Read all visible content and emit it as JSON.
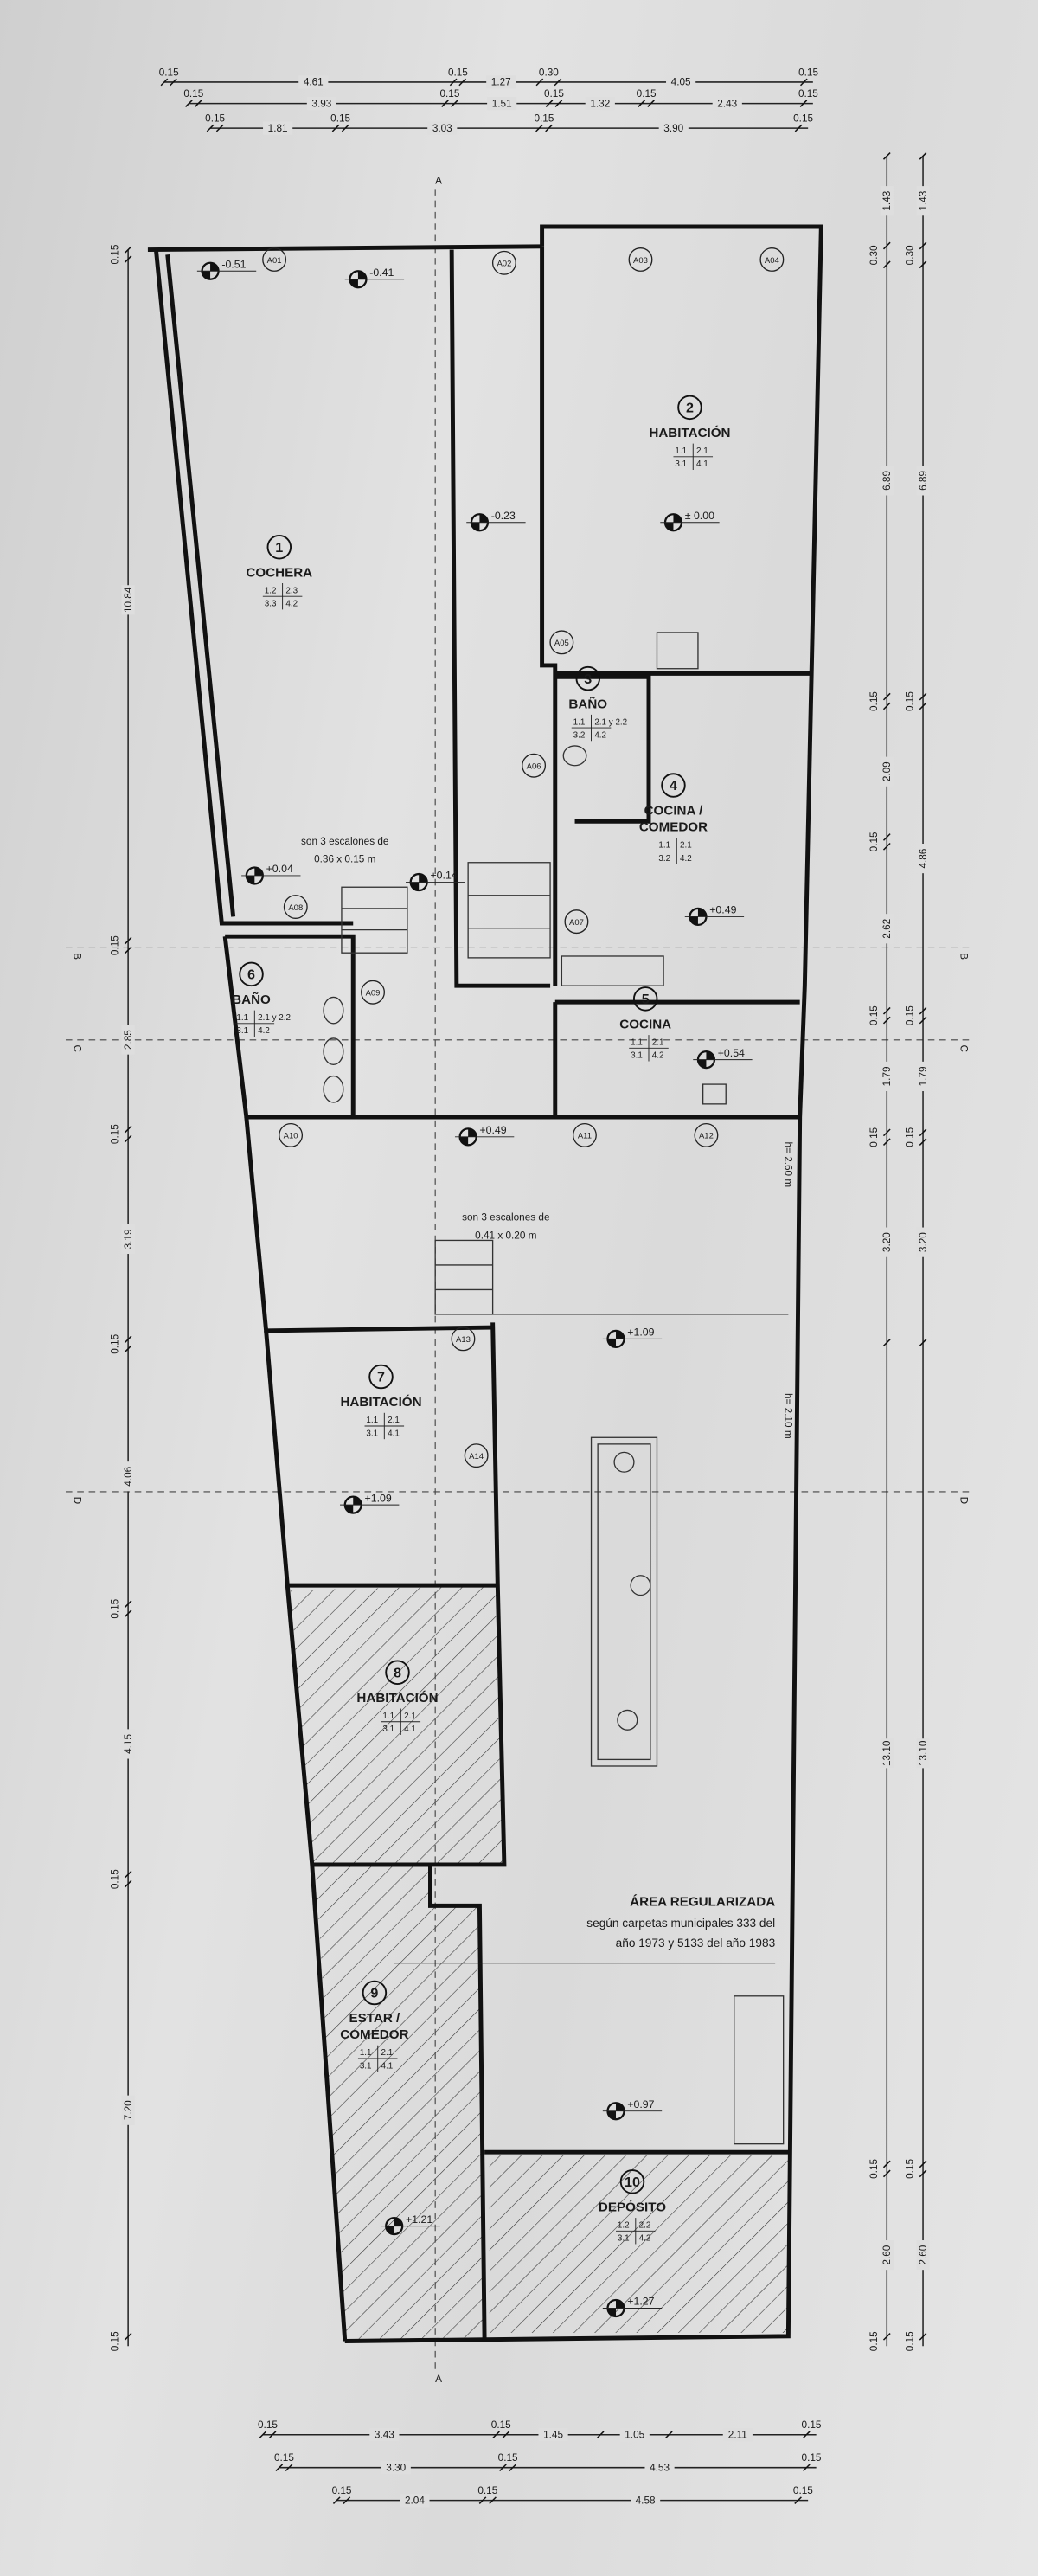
{
  "rooms": [
    {
      "number": "1",
      "name_lines": [
        "COCHERA"
      ],
      "codes": [
        "1.2",
        "2.3",
        "3.3",
        "4.2"
      ]
    },
    {
      "number": "2",
      "name_lines": [
        "HABITACIÓN"
      ],
      "codes": [
        "1.1",
        "2.1",
        "3.1",
        "4.1"
      ]
    },
    {
      "number": "3",
      "name_lines": [
        "BAÑO"
      ],
      "codes": [
        "1.1",
        "2.1 y 2.2",
        "3.2",
        "4.2"
      ]
    },
    {
      "number": "4",
      "name_lines": [
        "COCINA /",
        "COMEDOR"
      ],
      "codes": [
        "1.1",
        "2.1",
        "3.2",
        "4.2"
      ]
    },
    {
      "number": "5",
      "name_lines": [
        "COCINA"
      ],
      "codes": [
        "1.1",
        "2.1",
        "3.1",
        "4.2"
      ]
    },
    {
      "number": "6",
      "name_lines": [
        "BAÑO"
      ],
      "codes": [
        "1.1",
        "2.1 y 2.2",
        "3.1",
        "4.2"
      ]
    },
    {
      "number": "7",
      "name_lines": [
        "HABITACIÓN"
      ],
      "codes": [
        "1.1",
        "2.1",
        "3.1",
        "4.1"
      ]
    },
    {
      "number": "8",
      "name_lines": [
        "HABITACIÓN"
      ],
      "codes": [
        "1.1",
        "2.1",
        "3.1",
        "4.1"
      ]
    },
    {
      "number": "9",
      "name_lines": [
        "ESTAR /",
        "COMEDOR"
      ],
      "codes": [
        "1.1",
        "2.1",
        "3.1",
        "4.1"
      ]
    },
    {
      "number": "10",
      "name_lines": [
        "DEPÓSITO"
      ],
      "codes": [
        "1.2",
        "2.2",
        "3.1",
        "4.2"
      ]
    }
  ],
  "levels": [
    "-0.51",
    "-0.41",
    "± 0.00",
    "-0.23",
    "+0.04",
    "+0.14",
    "+0.49",
    "+0.54",
    "+0.49",
    "+1.09",
    "+1.09",
    "+0.97",
    "+1.21",
    "+1.27"
  ],
  "doors": [
    "A01",
    "A02",
    "A03",
    "A04",
    "A05",
    "A06",
    "A07",
    "A08",
    "A09",
    "A10",
    "A11",
    "A12",
    "A13",
    "A14"
  ],
  "notes": {
    "stairs_1": [
      "son 3 escalones de",
      "0.36 x 0.15 m"
    ],
    "stairs_2": [
      "son 3 escalones de",
      "0.41 x 0.20 m"
    ],
    "height_1": "h= 2.60 m",
    "height_2": "h= 2.10 m",
    "regularized_title": "ÁREA REGULARIZADA",
    "regularized_lines": [
      "según carpetas municipales 333 del",
      "año 1973  y 5133 del año 1983"
    ]
  },
  "sections": [
    "A",
    "A",
    "B",
    "B",
    "C",
    "C",
    "D",
    "D"
  ],
  "dimensions": {
    "top": [
      [
        "0.15",
        "4.61",
        "0.15",
        "1.27",
        "0.30",
        "4.05",
        "0.15"
      ],
      [
        "0.15",
        "3.93",
        "0.15",
        "1.51",
        "0.15",
        "1.32",
        "0.15",
        "2.43",
        "0.15"
      ],
      [
        "0.15",
        "1.81",
        "0.15",
        "3.03",
        "0.15",
        "3.90",
        "0.15"
      ]
    ],
    "bottom": [
      [
        "0.15",
        "3.43",
        "0.15",
        "1.45",
        "1.05",
        "2.11",
        "0.15"
      ],
      [
        "0.15",
        "3.30",
        "0.15",
        "4.53",
        "0.15"
      ],
      [
        "0.15",
        "2.04",
        "0.15",
        "4.58",
        "0.15"
      ]
    ],
    "left": [
      "0.15",
      "10.84",
      "0.15",
      "2.85",
      "0.15",
      "3.19",
      "0.15",
      "4.06",
      "0.15",
      "4.15",
      "0.15",
      "7.20",
      "0.15"
    ],
    "right_inner": [
      "1.43",
      "0.30",
      "6.89",
      "0.15",
      "2.09",
      "0.15",
      "2.62",
      "0.15",
      "1.79",
      "0.15",
      "3.20",
      "13.10",
      "0.15",
      "2.60",
      "0.15"
    ],
    "right_outer": [
      "1.43",
      "0.30",
      "6.89",
      "0.15",
      "4.86",
      "0.15",
      "1.79",
      "0.15",
      "3.20",
      "13.10",
      "0.15",
      "2.60",
      "0.15"
    ]
  }
}
